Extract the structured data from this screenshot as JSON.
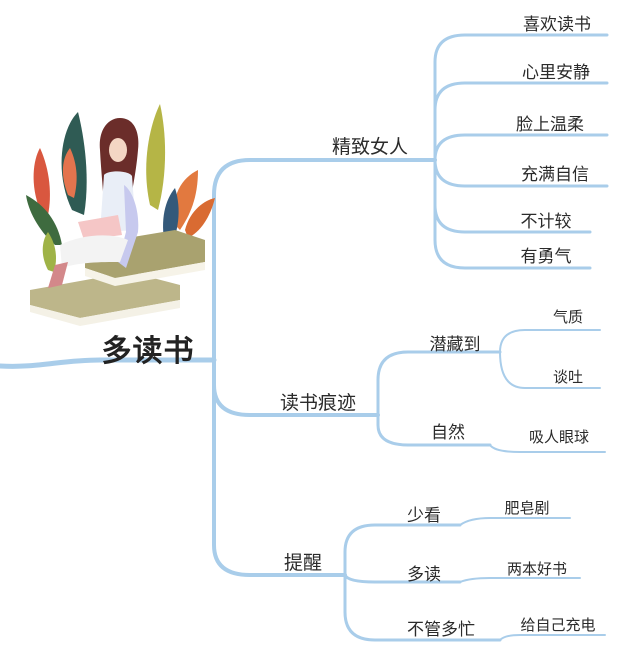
{
  "root": {
    "label": "多读书"
  },
  "branches": [
    {
      "label": "精致女人",
      "children": [
        {
          "label": "喜欢读书"
        },
        {
          "label": "心里安静"
        },
        {
          "label": "脸上温柔"
        },
        {
          "label": "充满自信"
        },
        {
          "label": "不计较"
        },
        {
          "label": "有勇气"
        }
      ]
    },
    {
      "label": "读书痕迹",
      "children": [
        {
          "label": "潜藏到",
          "children": [
            {
              "label": "气质"
            },
            {
              "label": "谈吐"
            }
          ]
        },
        {
          "label": "自然",
          "children": [
            {
              "label": "吸人眼球"
            }
          ]
        }
      ]
    },
    {
      "label": "提醒",
      "children": [
        {
          "label": "少看",
          "children": [
            {
              "label": "肥皂剧"
            }
          ]
        },
        {
          "label": "多读",
          "children": [
            {
              "label": "两本好书"
            }
          ]
        },
        {
          "label": "不管多忙",
          "children": [
            {
              "label": "给自己充电"
            }
          ]
        }
      ]
    }
  ],
  "colors": {
    "line": "#a9cdea",
    "text": "#2b2b2b"
  }
}
